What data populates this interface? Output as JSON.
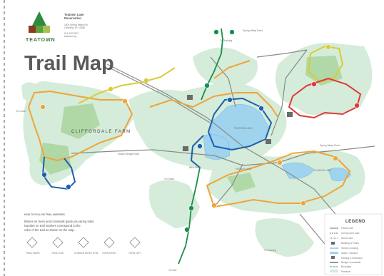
{
  "header": {
    "title": "Trail Map",
    "brand": "TEATOWN",
    "org_lines": [
      "Teatown Lake",
      "Reservation"
    ],
    "address_lines": [
      "1600 Spring Valley Rd",
      "Ossining, NY 10562",
      "914.762.2912",
      "teatown.org"
    ]
  },
  "places": {
    "farm": "CLIFFORDALE FARM",
    "lake": "TEATOWN LAKE",
    "lake2": "VERNAY LAKE",
    "lake3": "SHADOW LAKE",
    "road_spring_valley": "Spring Valley Road",
    "road_quaker_bridge": "Quaker Bridge Road",
    "road_blinn": "Blinn Road",
    "to_croton": "To Croton",
    "to_ossining": "To Ossining",
    "to_croton_2": "To Croton",
    "to_ossining_2": "To Ossining",
    "to_gate": "To Gate",
    "entrance": "Spring Valley Road"
  },
  "how_to": {
    "heading": "HOW TO FOLLOW TRAIL MARKERS",
    "lines": [
      "Blazes on trees and crosswalk guide you along trails.",
      "Number on trail markers correspond to the",
      "color of the trail as shown on the map."
    ],
    "markers": [
      "TRAIL MARK",
      "TRAIL END",
      "CHANGE DIRECTION",
      "TURN RIGHT",
      "TURN LEFT"
    ]
  },
  "legend": {
    "title": "LEGEND",
    "items": [
      "Paved road",
      "Unimproved road",
      "Wood road",
      "Building or Ruins",
      "Stream crossing",
      "Water / wetland",
      "Parking & restrooms",
      "Bridge / boardwalk",
      "Boundary",
      "Preserve"
    ]
  },
  "colors": {
    "land": "#d4ecd9",
    "field": "#a8d39a",
    "water": "#9fd3ee",
    "blue_trail": "#1f5fb0",
    "orange_trail": "#f0a43a",
    "yellow_trail": "#d9cc36",
    "red_trail": "#e03a3a",
    "green_trail": "#1a8f4a",
    "road": "#8a8a8a"
  }
}
